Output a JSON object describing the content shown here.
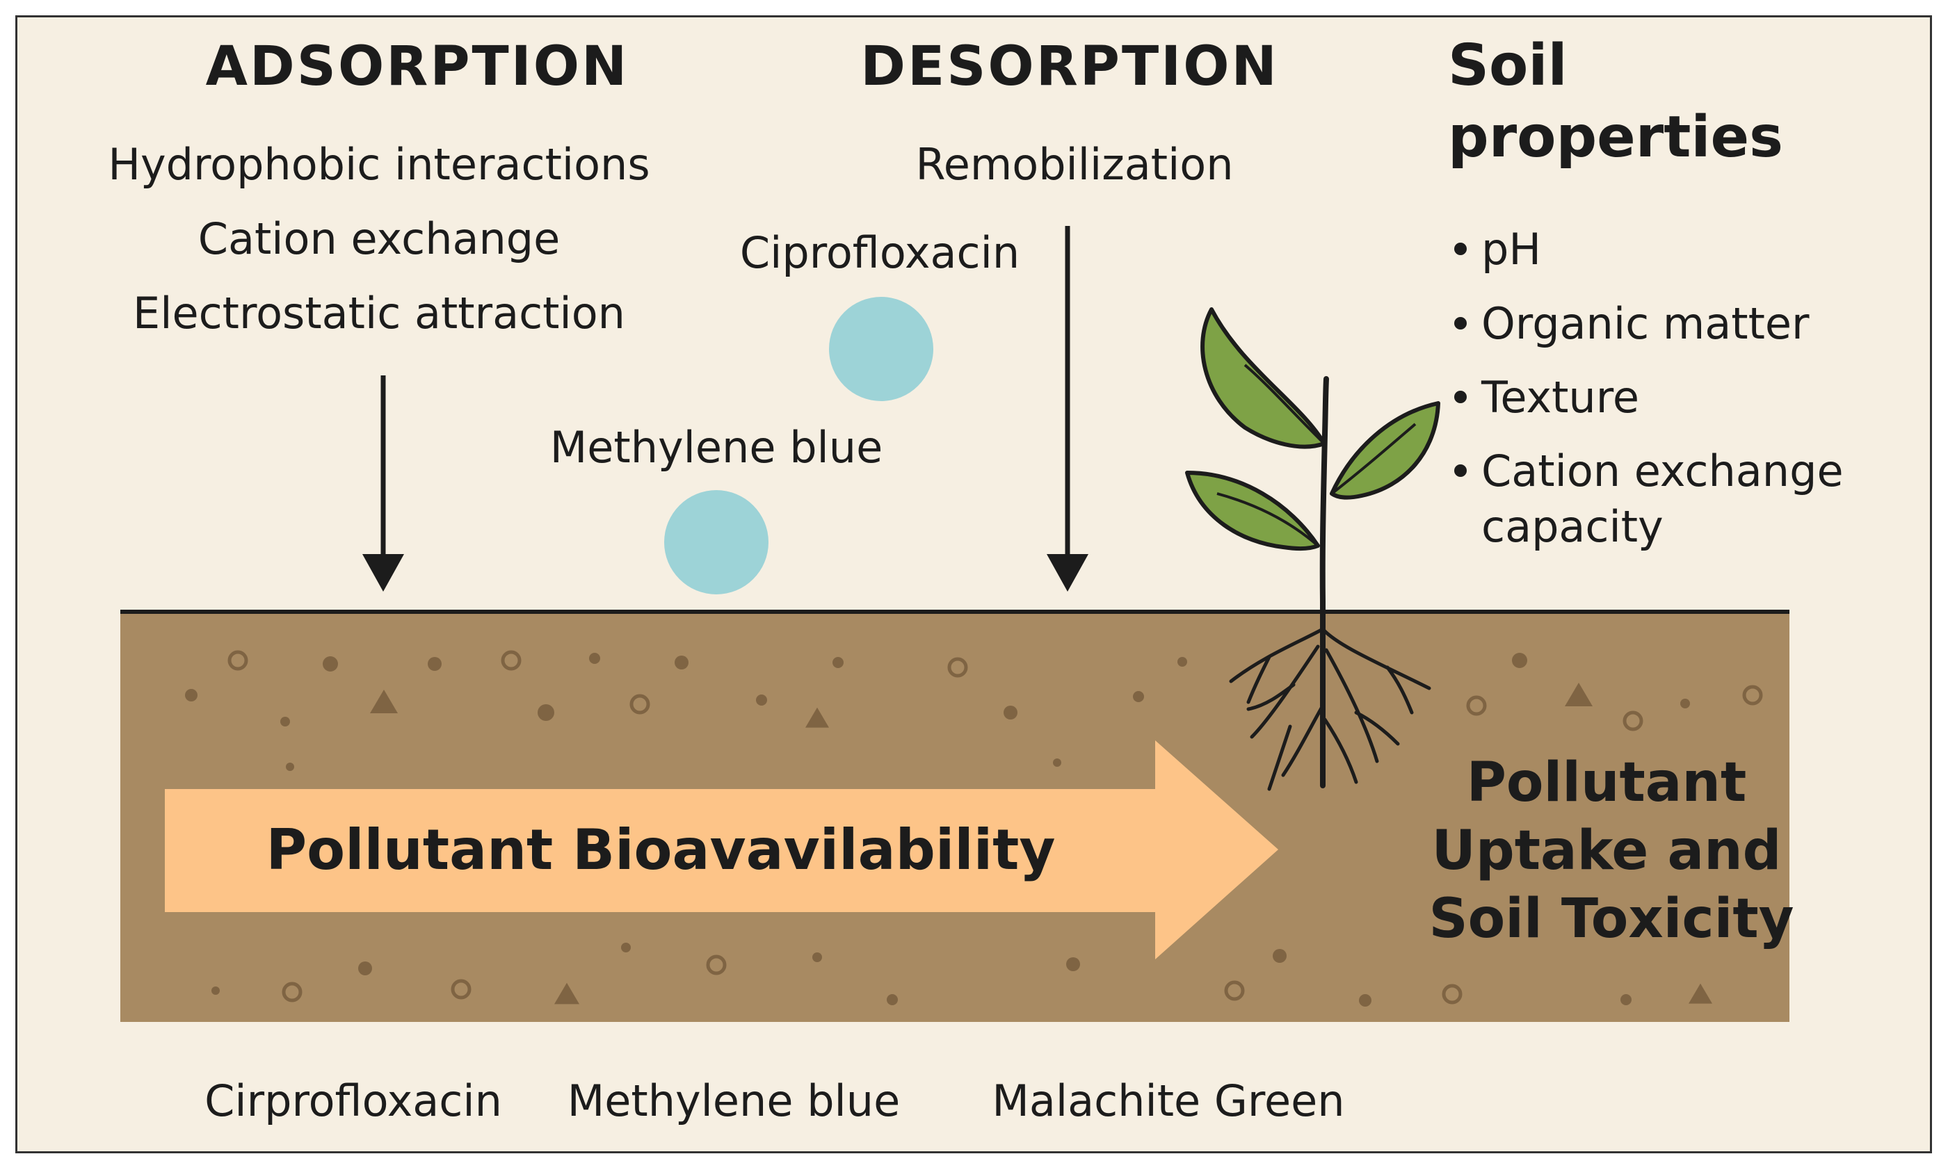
{
  "adsorption": {
    "title": "ADSORPTION",
    "mechanisms": [
      "Hydrophobic interactions",
      "Cation exchange",
      "Electrostatic attraction"
    ]
  },
  "desorption": {
    "title": "DESORPTION",
    "mechanism": "Remobilization"
  },
  "pollutants_above": {
    "ciprofloxacin": "Ciprofloxacin",
    "methylene_blue": "Methylene blue"
  },
  "soil_properties": {
    "title_line1": "Soil",
    "title_line2": "properties",
    "items": [
      "pH",
      "Organic matter",
      "Texture",
      "Cation exchange"
    ],
    "item_continuation": "capacity"
  },
  "flow_arrow": {
    "label": "Pollutant Bioavavilability"
  },
  "outcome": {
    "lines": [
      "Pollutant",
      "Uptake and",
      "Soil Toxicity"
    ]
  },
  "bottom_labels": [
    "Cirprofloxacin",
    "Methylene blue",
    "Malachite Green"
  ],
  "colors": {
    "background": "#f6efe2",
    "soil": "#a88a62",
    "soil_particles": "#7f6443",
    "arrow": "#fdc488",
    "pollutant_circle": "#9dd3d7",
    "leaf": "#7ea246",
    "frame": "#333333"
  }
}
